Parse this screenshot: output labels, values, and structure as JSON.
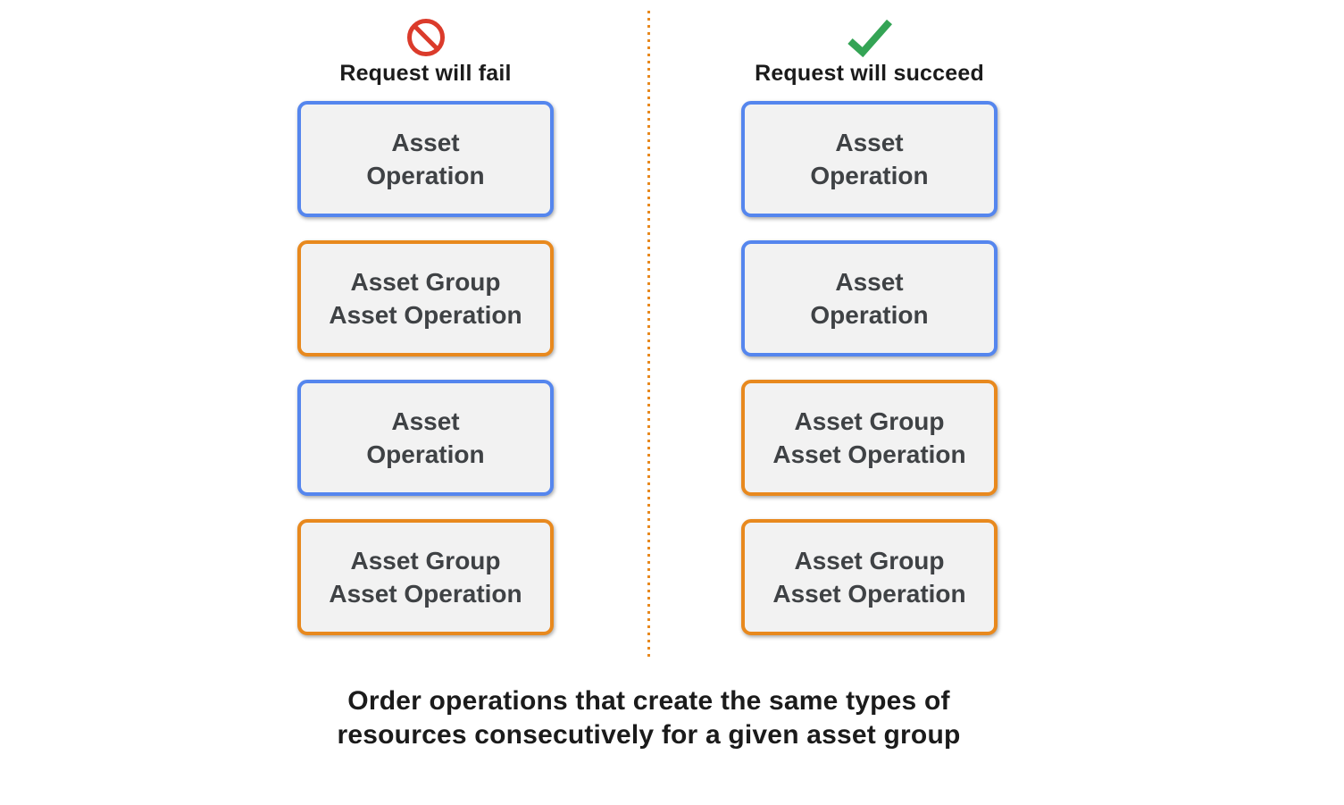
{
  "colors": {
    "blue": "#5586EE",
    "orange": "#E8891E",
    "red": "#DB3B2B",
    "green": "#34A455",
    "box_bg": "#F2F2F2",
    "box_text": "#3F4245",
    "heading_text": "#1B1B1B"
  },
  "columns": [
    {
      "title": "Request will fail",
      "icon": "prohibition-icon",
      "boxes": [
        {
          "type": "asset_operation",
          "label": "Asset\nOperation"
        },
        {
          "type": "asset_group_asset_operation",
          "label": "Asset Group\nAsset Operation"
        },
        {
          "type": "asset_operation",
          "label": "Asset\nOperation"
        },
        {
          "type": "asset_group_asset_operation",
          "label": "Asset Group\nAsset Operation"
        }
      ]
    },
    {
      "title": "Request will succeed",
      "icon": "checkmark-icon",
      "boxes": [
        {
          "type": "asset_operation",
          "label": "Asset\nOperation"
        },
        {
          "type": "asset_operation",
          "label": "Asset\nOperation"
        },
        {
          "type": "asset_group_asset_operation",
          "label": "Asset Group\nAsset Operation"
        },
        {
          "type": "asset_group_asset_operation",
          "label": "Asset Group\nAsset Operation"
        }
      ]
    }
  ],
  "caption": "Order operations that create the same types of\nresources consecutively for a given asset group"
}
